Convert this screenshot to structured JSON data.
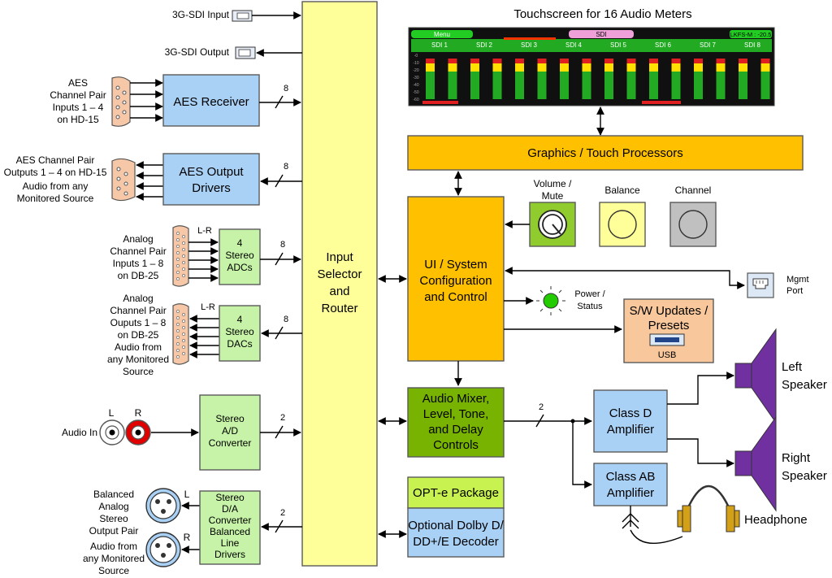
{
  "title": "Touchscreen for 16 Audio Meters",
  "colors": {
    "router": "#ffff99",
    "io_block": "#a9d0f5",
    "stereo_block": "#c6f3a7",
    "processor": "#ffc000",
    "mixer": "#77b300",
    "opte": "#c8f250",
    "updates": "#f8c89c",
    "volume_knob": "#90cc2e",
    "balance_knob": "#ffff99",
    "channel_knob": "#c0c0c0",
    "power_led": "#22cc00",
    "rca_red": "#e00000",
    "speaker": "#7030a0"
  },
  "inputs_left": {
    "sdi_in": "3G-SDI Input",
    "sdi_out": "3G-SDI Output",
    "aes_in_label": [
      "AES",
      "Channel Pair",
      "Inputs 1 – 4",
      "on HD-15"
    ],
    "aes_out_label": [
      "AES Channel Pair",
      "Outputs 1 – 4  on HD-15",
      "Audio from any",
      "Monitored Source"
    ],
    "analog_in_label": [
      "Analog",
      "Channel Pair",
      "Inputs 1 – 8",
      "on DB-25"
    ],
    "analog_out_label": [
      "Analog",
      "Channel Pair",
      "Ouputs 1 – 8",
      "on DB-25",
      "Audio from",
      "any Monitored",
      "Source"
    ],
    "audio_in": "Audio In",
    "l": "L",
    "r": "R",
    "lr": "L-R",
    "balanced_label": [
      "Balanced",
      "Analog",
      "Stereo",
      "Output Pair",
      "Audio from",
      "any Monitored",
      "Source"
    ]
  },
  "blocks": {
    "aes_receiver": "AES Receiver",
    "aes_output": [
      "AES Output",
      "Drivers"
    ],
    "stereo_adcs": [
      "4",
      "Stereo",
      "ADCs"
    ],
    "stereo_dacs": [
      "4",
      "Stereo",
      "DACs"
    ],
    "stereo_ad": [
      "Stereo",
      "A/D",
      "Converter"
    ],
    "stereo_da": [
      "Stereo",
      "D/A",
      "Converter",
      "Balanced",
      "Line",
      "Drivers"
    ],
    "router": [
      "Input",
      "Selector",
      "and",
      "Router"
    ],
    "graphics": "Graphics / Touch Processors",
    "ui": [
      "UI / System",
      "Configuration",
      "and Control"
    ],
    "mixer": [
      "Audio Mixer,",
      "Level, Tone,",
      "and Delay",
      "Controls"
    ],
    "opte": "OPT-e Package",
    "dolby": [
      "Optional Dolby D/",
      "DD+/E Decoder"
    ],
    "updates": [
      "S/W Updates /",
      "Presets"
    ],
    "usb": "USB",
    "class_d": [
      "Class D",
      "Amplifier"
    ],
    "class_ab": [
      "Class AB",
      "Amplifier"
    ]
  },
  "controls": {
    "volume": [
      "Volume /",
      "Mute"
    ],
    "balance": "Balance",
    "channel": "Channel",
    "power": [
      "Power /",
      "Status"
    ],
    "mgmt": [
      "Mgmt",
      "Port"
    ]
  },
  "outputs": {
    "left_speaker": [
      "Left",
      "Speaker"
    ],
    "right_speaker": [
      "Right",
      "Speaker"
    ],
    "headphone": "Headphone"
  },
  "bus_widths": {
    "aes_in": "8",
    "aes_out": "8",
    "adc": "8",
    "dac": "8",
    "ad": "2",
    "da": "2",
    "mixer_out": "2"
  },
  "meter_screen": {
    "menu": "Menu",
    "sdi": "SDI",
    "lkfs": "LKFS-M : -20.5",
    "channels": [
      "SDI 1",
      "SDI 2",
      "SDI 3",
      "SDI 4",
      "SDI 5",
      "SDI 6",
      "SDI 7",
      "SDI 8"
    ],
    "scale": [
      "-60",
      "-50",
      "-40",
      "-30",
      "-20",
      "-10",
      "-0"
    ]
  }
}
